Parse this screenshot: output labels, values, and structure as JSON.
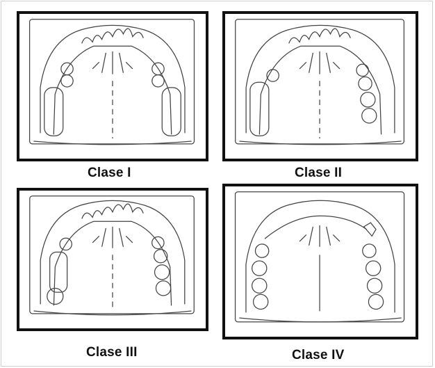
{
  "panels": [
    {
      "id": "clase-1",
      "caption": "Clase I",
      "stroke": "#444444"
    },
    {
      "id": "clase-2",
      "caption": "Clase II",
      "stroke": "#444444"
    },
    {
      "id": "clase-3",
      "caption": "Clase III",
      "stroke": "#444444"
    },
    {
      "id": "clase-4",
      "caption": "Clase IV",
      "stroke": "#444444"
    }
  ],
  "colors": {
    "frame": "#111111",
    "line": "#444444",
    "background": "#ffffff"
  }
}
